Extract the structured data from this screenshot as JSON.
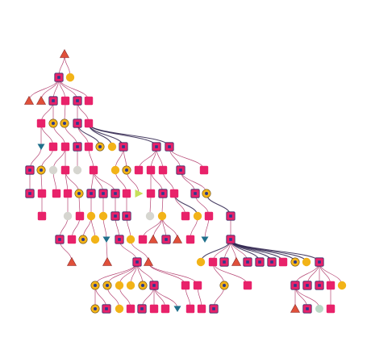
{
  "diagram": {
    "type": "tree",
    "colors": {
      "edge": "#a8245a",
      "edge_dense": "#2a1f4a",
      "square_fill": "#e8226a",
      "square_border": "#3a2a66",
      "inner_dot": "#2b3a8c",
      "circle_fill": "#f2b318",
      "circle_ring": "#2b3a8c",
      "triangle_up": "#e0503a",
      "triangle_up_border": "#8a2a2a",
      "triangle_down": "#1f6f8b",
      "pale_circle": "#d6d6d0",
      "pale_green_circle": "#b9d8c6",
      "green_triangle": "#c6e05a"
    },
    "shape_legend": {
      "S": "square-node-with-dot",
      "P": "square-node-plain",
      "C": "circle-node",
      "R": "ringed-circle-node",
      "G": "pale-gray-circle-node",
      "H": "pale-green-circle-node",
      "T": "triangle-up-node",
      "V": "triangle-down-node",
      "A": "triangle-right-node"
    },
    "rows": [
      [
        "T"
      ],
      [
        "S",
        "C"
      ],
      [
        "T",
        "T",
        "S",
        "P",
        "S",
        "P"
      ],
      [
        "P",
        "R",
        "R",
        "S",
        "P"
      ],
      [
        "V",
        "P",
        "P",
        "S",
        "P",
        "R",
        "C",
        "S",
        "S",
        "S"
      ],
      [
        "S",
        "R",
        "G",
        "P",
        "G",
        "P",
        "C",
        "R",
        "P",
        "P",
        "P",
        "S",
        "P"
      ],
      [
        "S",
        "P",
        "P",
        "P",
        "R",
        "S",
        "S",
        "S",
        "P",
        "A",
        "P",
        "S",
        "P",
        "S",
        "R"
      ],
      [
        "P",
        "G",
        "P",
        "C",
        "C",
        "S",
        "S",
        "G",
        "C",
        "P",
        "C",
        "P",
        "S"
      ],
      [
        "S",
        "P",
        "R",
        "C",
        "V",
        "S",
        "C",
        "P",
        "T",
        "S",
        "T",
        "P",
        "V",
        "S"
      ],
      [
        "T",
        "T",
        "S",
        "T",
        "C",
        "P",
        "S",
        "T",
        "S",
        "S",
        "S",
        "P",
        "R",
        "C",
        "S"
      ],
      [
        "R",
        "R",
        "C",
        "C",
        "R",
        "S",
        "P",
        "P",
        "R",
        "P",
        "S",
        "S",
        "S",
        "P",
        "C"
      ],
      [
        "R",
        "S",
        "C",
        "P",
        "S",
        "P",
        "P",
        "V",
        "P",
        "P",
        "S",
        "T",
        "S",
        "H",
        "P"
      ]
    ]
  }
}
